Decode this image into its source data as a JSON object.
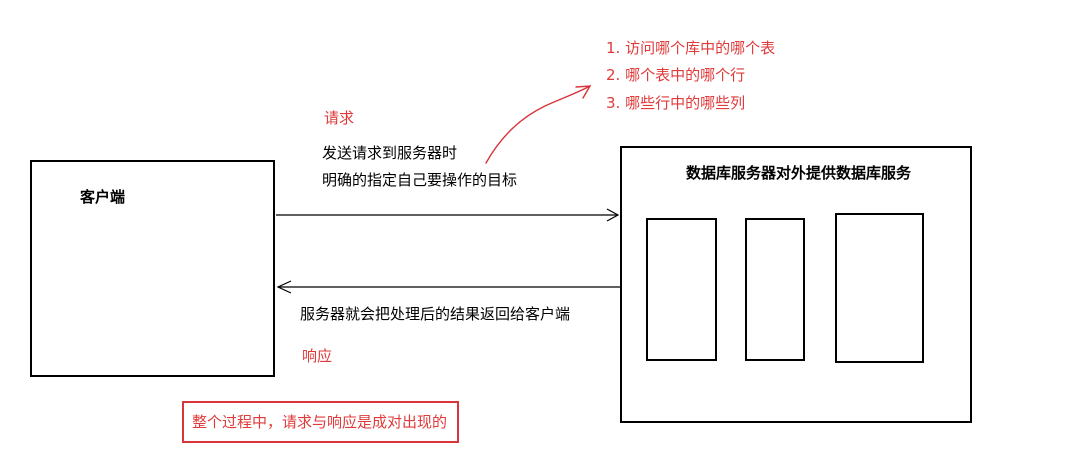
{
  "client": {
    "label": "客户端"
  },
  "server": {
    "title": "数据库服务器对外提供数据库服务"
  },
  "request": {
    "tag": "请求",
    "line1": "发送请求到服务器时",
    "line2": "明确的指定自己要操作的目标"
  },
  "targets": [
    "1. 访问哪个库中的哪个表",
    "2. 哪个表中的哪个行",
    "3. 哪些行中的哪些列"
  ],
  "response": {
    "text": "服务器就会把处理后的结果返回给客户端",
    "tag": "响应"
  },
  "note": "整个过程中，请求与响应是成对出现的",
  "colors": {
    "accent_red": "#e03a3a",
    "line": "#000000"
  }
}
